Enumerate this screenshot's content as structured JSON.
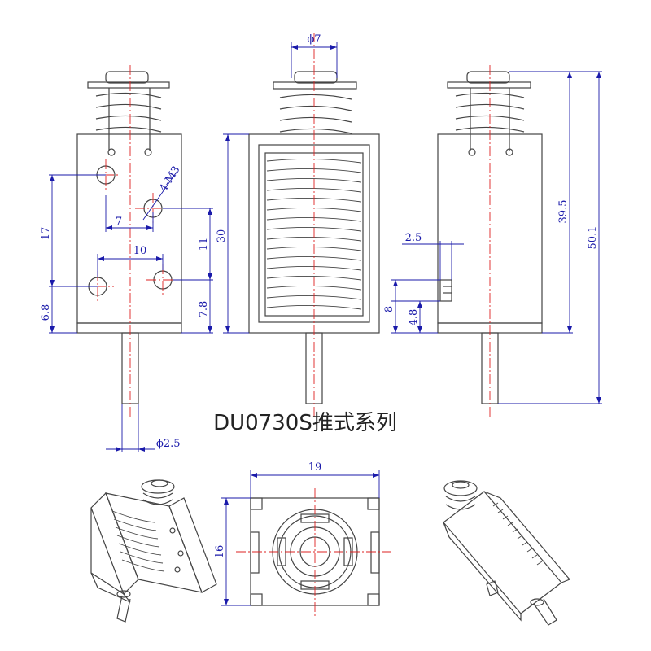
{
  "title": "DU0730S推式系列",
  "colors": {
    "outline": "#444444",
    "dimension": "#1a1aaa",
    "centerline": "#dd2222",
    "background": "#ffffff"
  },
  "dimensions": {
    "front": {
      "hole_size": "4-M3",
      "d17": "17",
      "d7": "7",
      "d10": "10",
      "d11": "11",
      "d6_8": "6.8",
      "d7_8": "7.8",
      "shaft_dia": "ϕ2.5"
    },
    "middle": {
      "plunger_dia": "ϕ7",
      "height": "30"
    },
    "side": {
      "d2_5": "2.5",
      "d8": "8",
      "d4_8": "4.8",
      "d39_5": "39.5",
      "d50_1": "50.1"
    },
    "bottom": {
      "width": "19",
      "height": "16"
    }
  }
}
